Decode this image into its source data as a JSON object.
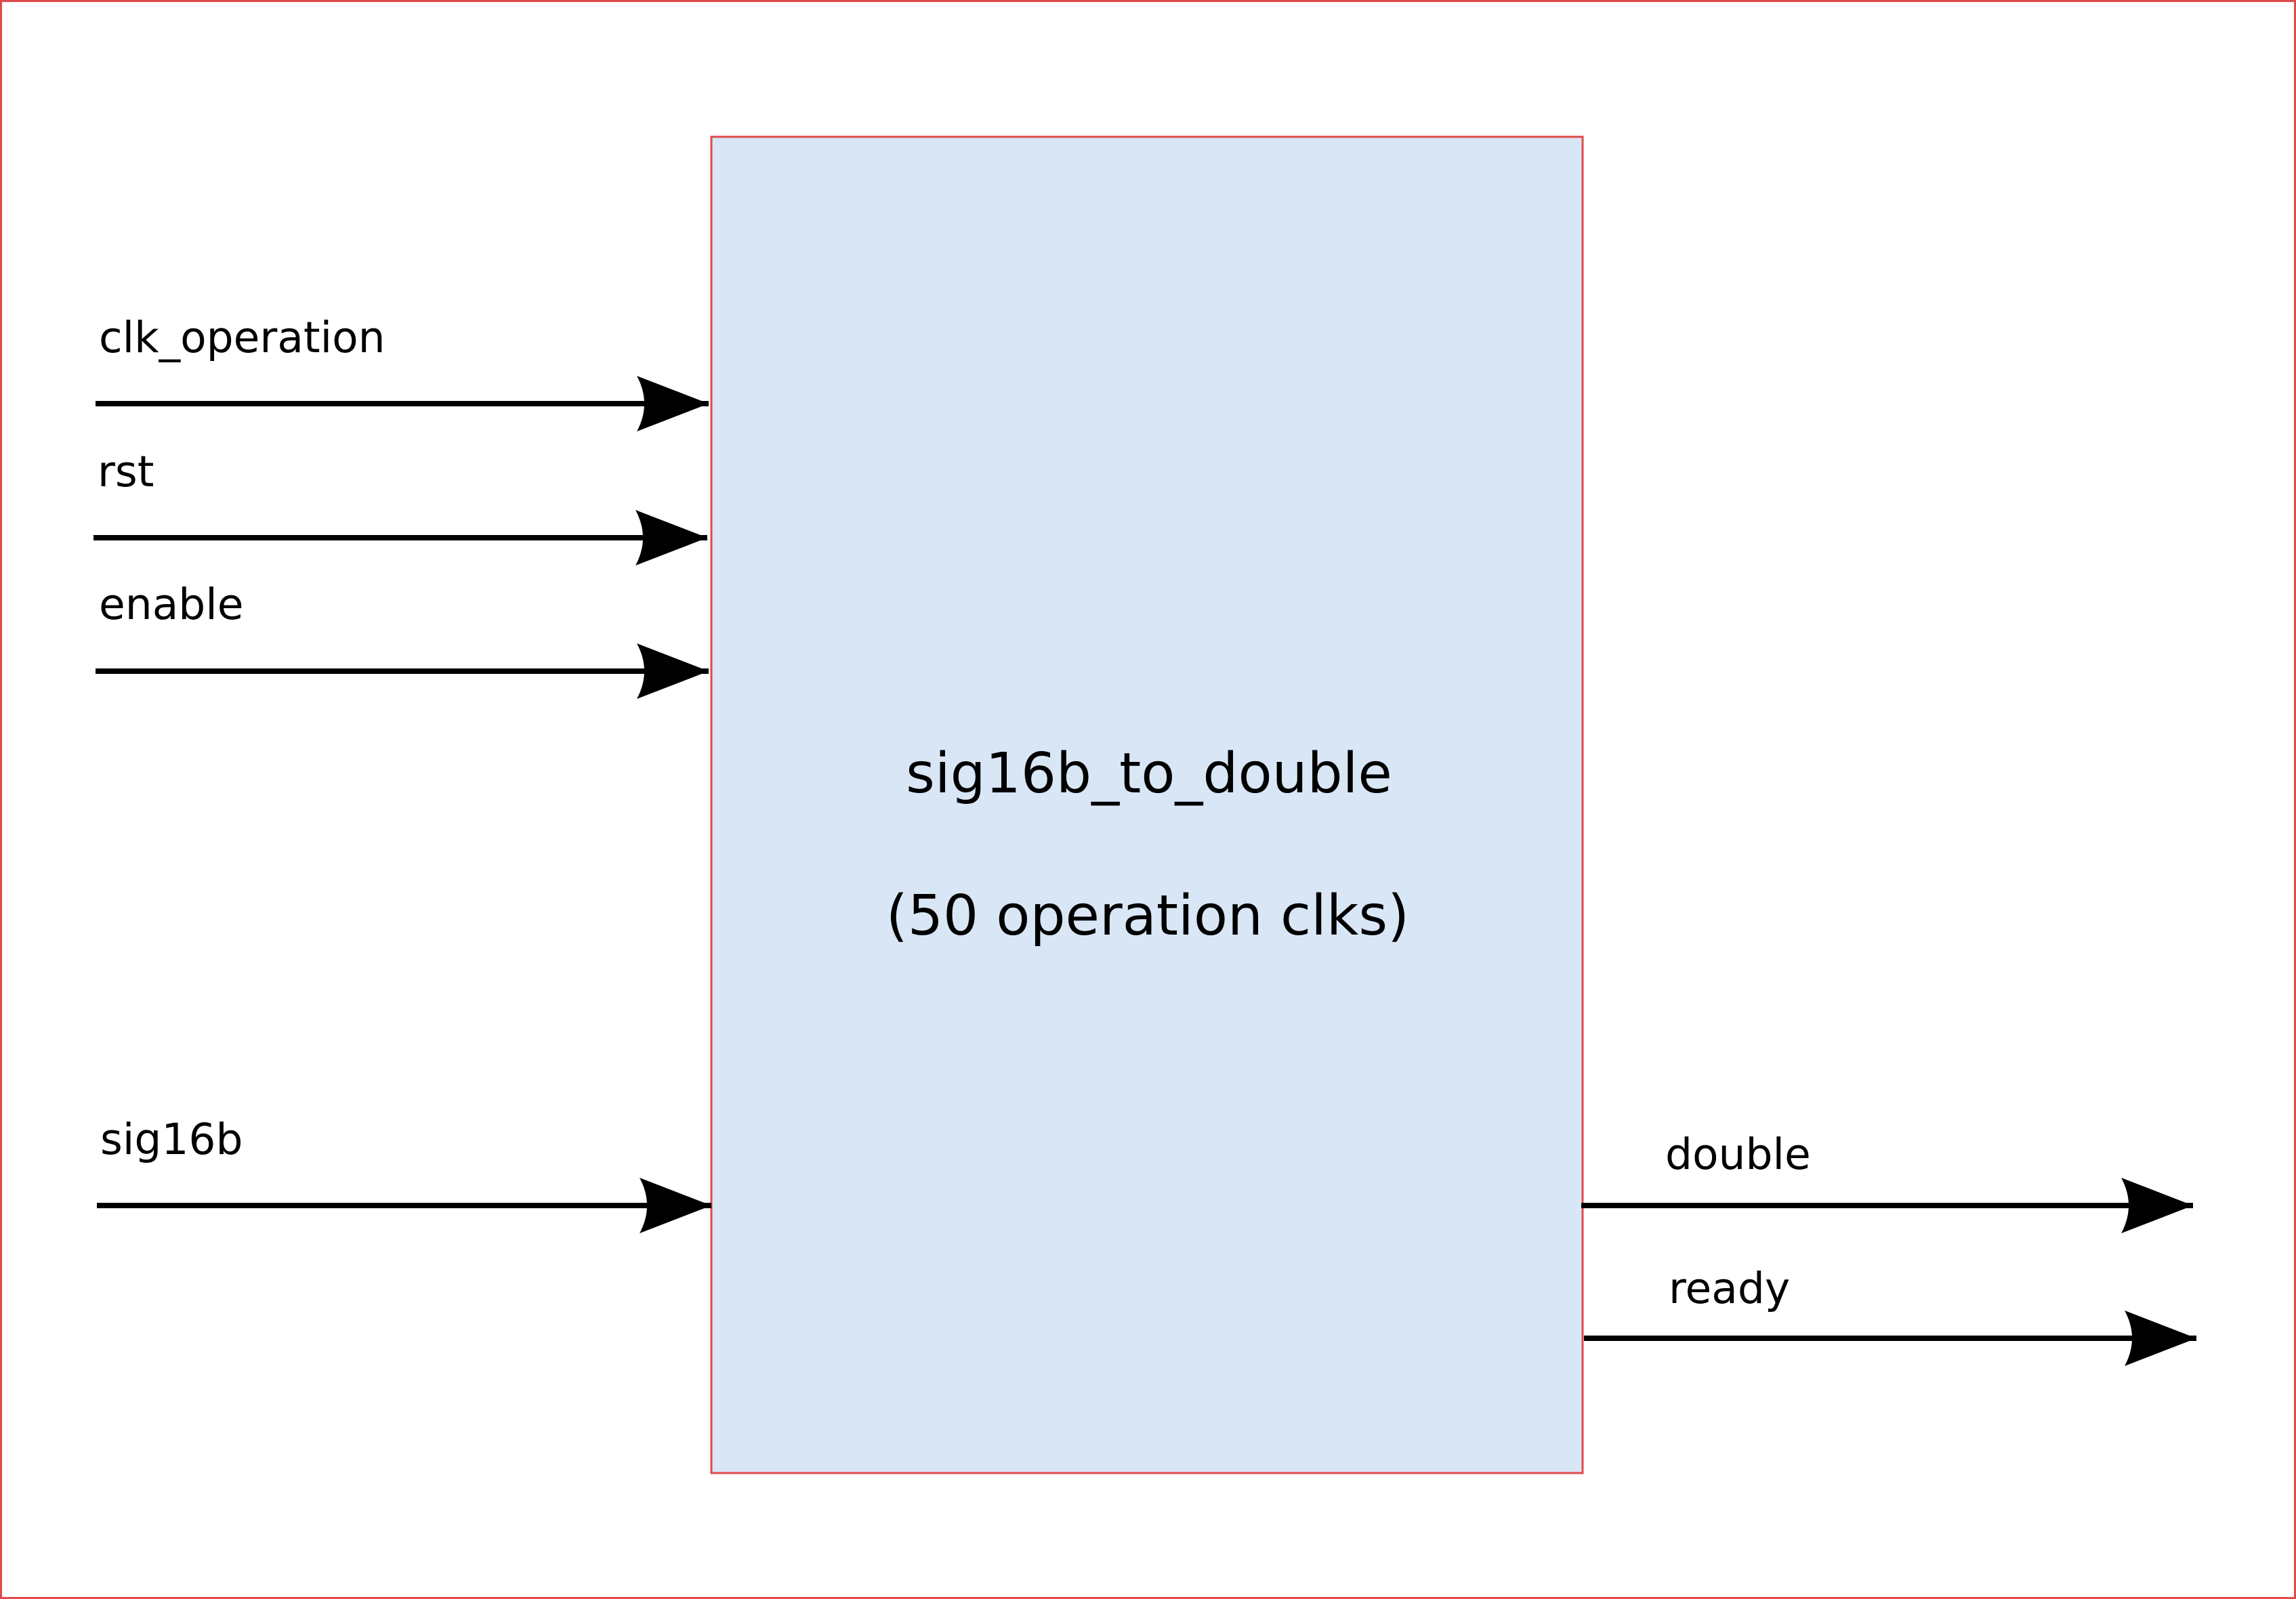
{
  "diagram": {
    "block": {
      "name": "sig16b_to_double",
      "subtitle": "(50 operation clks)",
      "fill_color": "#D9E6F6",
      "border_color": "#E04A4A"
    },
    "frame_border_color": "#E04A4A",
    "inputs": [
      {
        "id": "clk-operation",
        "label": "clk_operation"
      },
      {
        "id": "rst",
        "label": "rst"
      },
      {
        "id": "enable",
        "label": "enable"
      },
      {
        "id": "sig16b",
        "label": "sig16b"
      }
    ],
    "outputs": [
      {
        "id": "double",
        "label": "double"
      },
      {
        "id": "ready",
        "label": "ready"
      }
    ]
  }
}
